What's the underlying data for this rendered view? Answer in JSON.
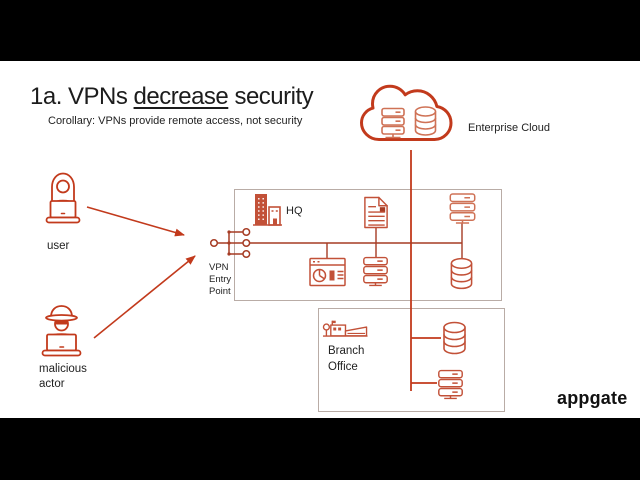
{
  "colors": {
    "accent": "#c23a1c",
    "icon": "#c25138",
    "iconLight": "#cf7256",
    "connector": "#a63c24",
    "border": "#b9aca6",
    "text": "#1c1c1c",
    "logoColor": "#111111",
    "slideBg": "#ffffff",
    "frameBg": "#000000"
  },
  "title": {
    "pre": "1a. VPNs ",
    "underlined": "decrease",
    "post": " security"
  },
  "subtitle": "Corollary: VPNs provide remote access, not security",
  "labels": {
    "user": "user",
    "malicious_actor": "malicious actor",
    "vpn_entry_point": "VPN Entry Point",
    "hq": "HQ",
    "enterprise_cloud": "Enterprise Cloud",
    "branch_office": "Branch Office"
  },
  "logo": "appgate",
  "icons": {
    "user": "user-at-laptop-icon",
    "malicious_actor": "hacker-at-laptop-icon",
    "cloud": "cloud-icon",
    "server": "server-rack-icon",
    "database": "database-icon",
    "document": "document-icon",
    "dashboard": "dashboard-icon",
    "hq_building": "office-building-icon",
    "branch_building": "branch-building-icon",
    "vpn_entry": "vpn-fanout-icon",
    "arrows": "arrow-line-icon"
  }
}
